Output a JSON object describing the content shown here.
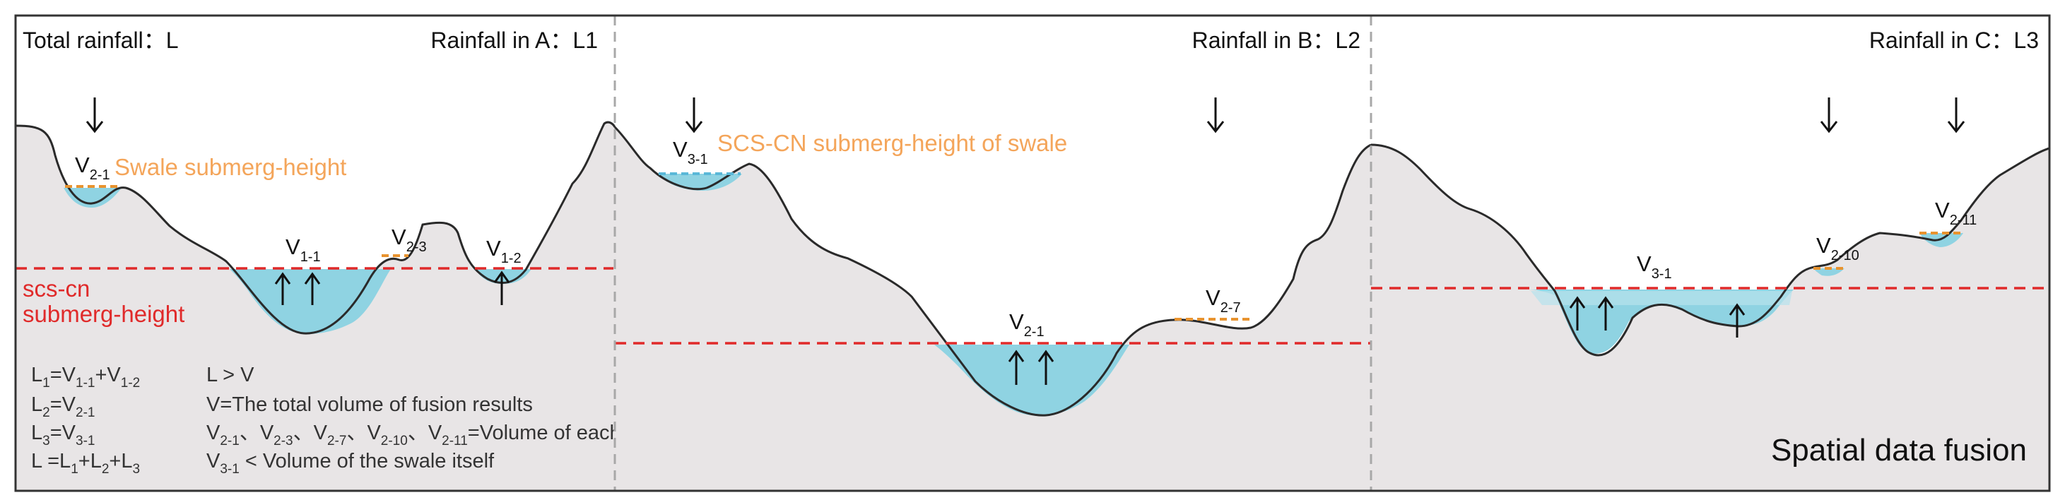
{
  "panels": {
    "a": {
      "left_title": "Total rainfall：L",
      "right_title": "Rainfall in A：L1"
    },
    "b": {
      "title": "Rainfall in B：L2"
    },
    "c": {
      "title": "Rainfall in C：L3"
    }
  },
  "annotations": {
    "swale_submerge": "Swale submerg-height",
    "scs_submerge_swale": "SCS-CN submerg-height of swale",
    "scs_cn": "scs-cn",
    "submerg_height": "submerg-height",
    "fusion": "Spatial data fusion"
  },
  "volumes": {
    "v21": {
      "base": "V",
      "sub": "2-1"
    },
    "v11": {
      "base": "V",
      "sub": "1-1"
    },
    "v23": {
      "base": "V",
      "sub": "2-3"
    },
    "v12": {
      "base": "V",
      "sub": "1-2"
    },
    "v31": {
      "base": "V",
      "sub": "3-1"
    },
    "v27": {
      "base": "V",
      "sub": "2-7"
    },
    "v210": {
      "base": "V",
      "sub": "2-10"
    },
    "v211": {
      "base": "V",
      "sub": "2-11"
    }
  },
  "formulas": {
    "f1": {
      "a": "L",
      "as": "1",
      "b": "=V",
      "bs": "1-1",
      "c": "+V",
      "cs": "1-2"
    },
    "f2": {
      "a": "L",
      "as": "2",
      "b": "=V",
      "bs": "2-1"
    },
    "f3": {
      "a": "L",
      "as": "3",
      "b": "=V",
      "bs": "3-1"
    },
    "f4": {
      "a": "L =L",
      "as": "1",
      "b": "+L",
      "bs": "2",
      "c": "+L",
      "cs": "3"
    },
    "r1": "L > V",
    "r2": "V=The total volume of fusion results",
    "r3": {
      "p1": "V",
      "s1": "2-1",
      "p2": "、V",
      "s2": "2-3",
      "p3": "、V",
      "s3": "2-7",
      "p4": "、V",
      "s4": "2-10",
      "p5": "、V",
      "s5": "2-11",
      "tail": "=Volume of each swale"
    },
    "r4": {
      "p1": "V",
      "s1": "3-1",
      "tail": " < Volume of the swale itself"
    }
  },
  "colors": {
    "terrain": "#e8e5e6",
    "water": "#8fd3e2",
    "water_deep": "#6cc4d8",
    "red_line": "#e02a2a",
    "orange_line": "#e8932f",
    "blue_dash": "#5ab8d8",
    "annotation_orange": "#f4a55a"
  }
}
